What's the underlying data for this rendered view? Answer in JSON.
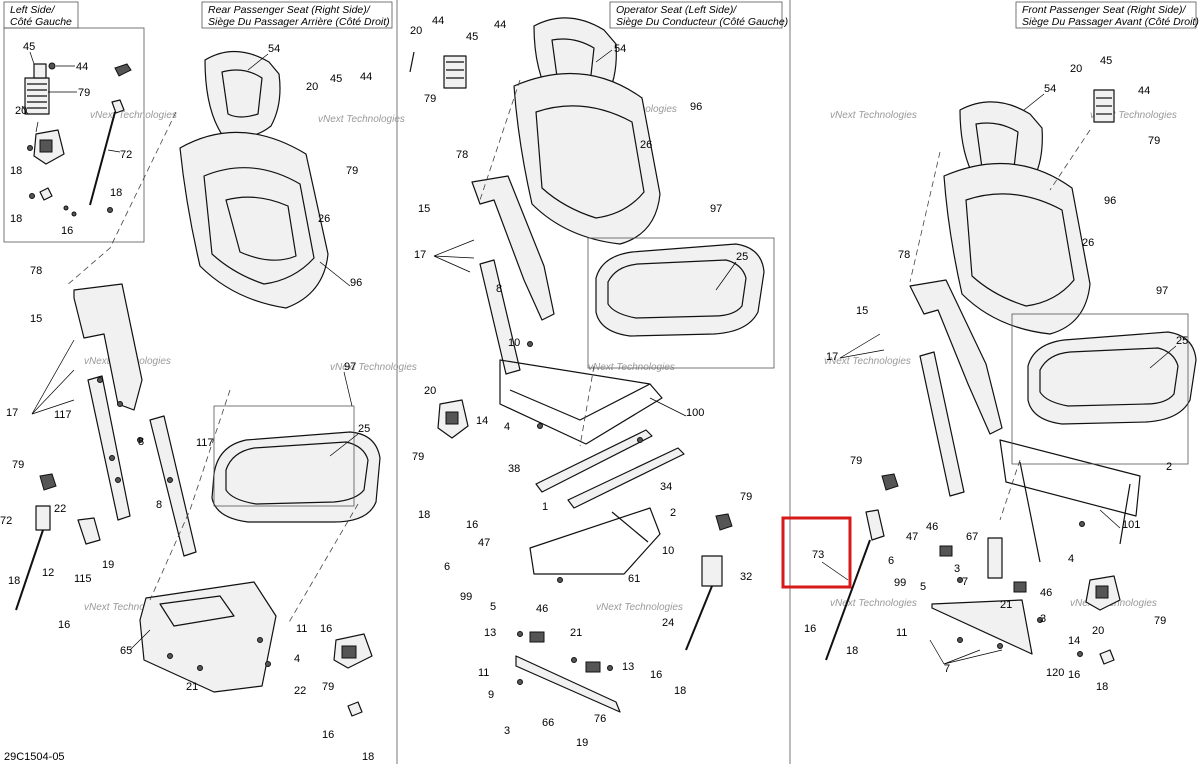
{
  "diagram_code": "29C1504-05",
  "sections": {
    "left_side": {
      "title_line1": "Left Side/",
      "title_line2": "Côté Gauche"
    },
    "rear_passenger": {
      "title_line1": "Rear Passenger Seat (Right Side)/",
      "title_line2": "Siège Du Passager Arrière (Côté Droit)"
    },
    "operator": {
      "title_line1": "Operator Seat (Left Side)/",
      "title_line2": "Siège Du Conducteur (Côté Gauche)"
    },
    "front_passenger": {
      "title_line1": "Front Passenger Seat (Right Side)/",
      "title_line2": "Siège Du Passager Avant (Côté Droit)"
    }
  },
  "watermark": {
    "line1": "vNext Technologies",
    "line2": "Technologies"
  },
  "highlighted_part": "73",
  "callouts": {
    "left_side": [
      "45",
      "44",
      "79",
      "20",
      "72",
      "18",
      "18",
      "16",
      "18"
    ],
    "rear": [
      "54",
      "20",
      "45",
      "44",
      "79",
      "26",
      "96",
      "78",
      "97",
      "25",
      "15",
      "17",
      "117",
      "8",
      "8",
      "117",
      "79",
      "22",
      "12",
      "115",
      "19",
      "72",
      "18",
      "16",
      "11",
      "4",
      "65",
      "21",
      "22",
      "16",
      "79",
      "16",
      "18"
    ],
    "operator": [
      "20",
      "44",
      "45",
      "79",
      "54",
      "96",
      "26",
      "78",
      "97",
      "25",
      "15",
      "17",
      "8",
      "10",
      "100",
      "20",
      "14",
      "4",
      "79",
      "18",
      "16",
      "38",
      "34",
      "1",
      "2",
      "47",
      "6",
      "99",
      "5",
      "10",
      "61",
      "79",
      "32",
      "46",
      "24",
      "13",
      "21",
      "13",
      "11",
      "9",
      "3",
      "66",
      "76",
      "19",
      "16",
      "18"
    ],
    "front": [
      "20",
      "45",
      "44",
      "54",
      "79",
      "96",
      "26",
      "78",
      "97",
      "25",
      "15",
      "17",
      "2",
      "79",
      "101",
      "73",
      "47",
      "46",
      "6",
      "67",
      "4",
      "99",
      "3",
      "5",
      "21",
      "7",
      "46",
      "11",
      "3",
      "7",
      "16",
      "18",
      "120",
      "14",
      "20",
      "16",
      "79",
      "18"
    ]
  },
  "colors": {
    "highlight": "#d61a1a",
    "line": "#111111",
    "watermark": "#9a9a9a"
  }
}
